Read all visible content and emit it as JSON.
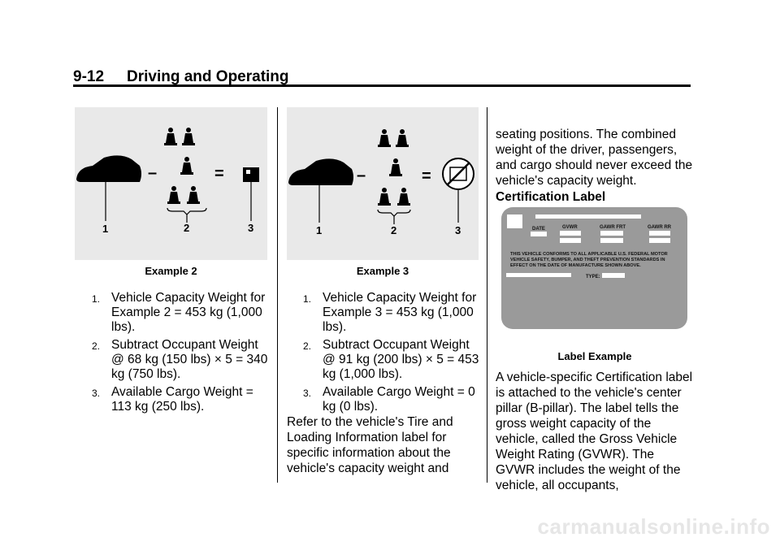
{
  "header": {
    "page_number": "9-12",
    "section_title": "Driving and Operating"
  },
  "example2": {
    "caption": "Example 2",
    "callouts": [
      "1",
      "2",
      "3"
    ],
    "operators": [
      "–",
      "="
    ],
    "items": [
      {
        "num": "1.",
        "text": "Vehicle Capacity Weight for Example 2 = 453 kg (1,000 lbs)."
      },
      {
        "num": "2.",
        "text": "Subtract Occupant Weight @ 68 kg (150 lbs) × 5 = 340 kg (750 lbs)."
      },
      {
        "num": "3.",
        "text": "Available Cargo Weight = 113 kg (250 lbs)."
      }
    ]
  },
  "example3": {
    "caption": "Example 3",
    "callouts": [
      "1",
      "2",
      "3"
    ],
    "operators": [
      "–",
      "="
    ],
    "items": [
      {
        "num": "1.",
        "text": "Vehicle Capacity Weight for Example 3 = 453 kg (1,000 lbs)."
      },
      {
        "num": "2.",
        "text": "Subtract Occupant Weight @ 91 kg (200 lbs) × 5 = 453 kg (1,000 lbs)."
      },
      {
        "num": "3.",
        "text": "Available Cargo Weight = 0 kg (0 lbs)."
      }
    ],
    "paragraph": "Refer to the vehicle's Tire and Loading Information label for specific information about the vehicle's capacity weight and"
  },
  "col3": {
    "continuation": "seating positions. The combined weight of the driver, passengers, and cargo should never exceed the vehicle's capacity weight.",
    "subheading": "Certification Label",
    "label_fields": {
      "date": "DATE",
      "gvwr": "GVWR",
      "gawr_frt": "GAWR FRT",
      "gawr_rr": "GAWR RR",
      "statement_line1": "THIS VEHICLE CONFORMS TO ALL APPLICABLE U.S. FEDERAL MOTOR",
      "statement_line2": "VEHICLE SAFETY, BUMPER, AND THEFT PREVENTION STANDARDS IN",
      "statement_line3": "EFFECT ON THE DATE OF MANUFACTURE SHOWN ABOVE.",
      "type": "TYPE:"
    },
    "caption": "Label Example",
    "paragraph": "A vehicle-specific Certification label is attached to the vehicle's center pillar (B-pillar). The label tells the gross weight capacity of the vehicle, called the Gross Vehicle Weight Rating (GVWR). The GVWR includes the weight of the vehicle, all occupants,"
  },
  "watermark": "carmanualsonline.info",
  "colors": {
    "figure_bg": "#e9e9e9",
    "label_bg": "#9a9a9a"
  }
}
